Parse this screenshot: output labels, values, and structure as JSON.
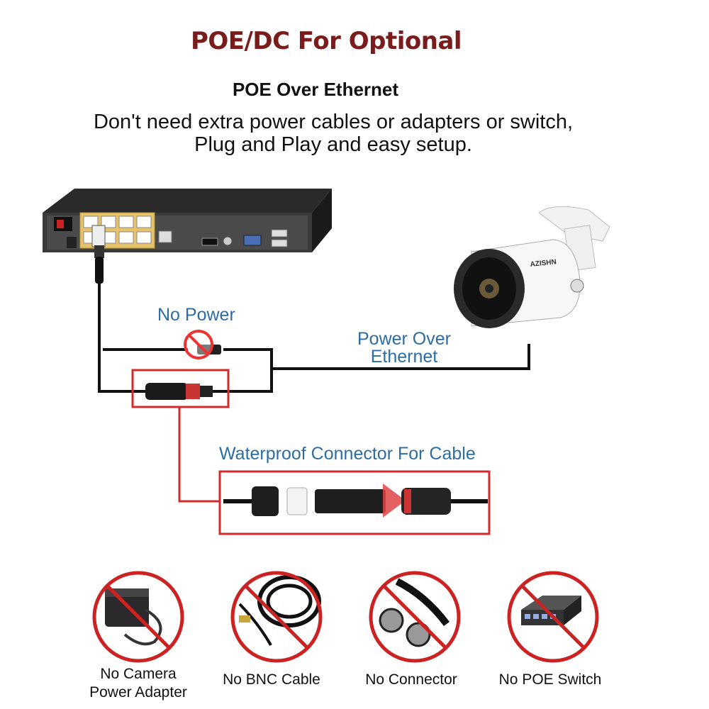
{
  "header": {
    "title": "POE/DC For Optional",
    "subtitle": "POE Over Ethernet",
    "description_line1": "Don't need extra power cables or adapters or switch,",
    "description_line2": "Plug and Play and easy setup."
  },
  "diagram": {
    "no_power_label": "No Power",
    "poe_label_line1": "Power Over",
    "poe_label_line2": "Ethernet",
    "waterproof_label": "Waterproof Connector For Cable",
    "camera_brand": "AZISHN"
  },
  "not_needed": [
    {
      "caption_line1": "No Camera",
      "caption_line2": "Power Adapter",
      "icon": "power-adapter-icon"
    },
    {
      "caption_line1": "No BNC Cable",
      "icon": "bnc-cable-icon"
    },
    {
      "caption_line1": "No Connector",
      "icon": "connector-icon"
    },
    {
      "caption_line1": "No POE Switch",
      "icon": "poe-switch-icon"
    }
  ],
  "colors": {
    "title": "#7a1c1c",
    "label_blue": "#2d6da3",
    "highlight_red": "#d42a2a",
    "cable": "#111111"
  }
}
